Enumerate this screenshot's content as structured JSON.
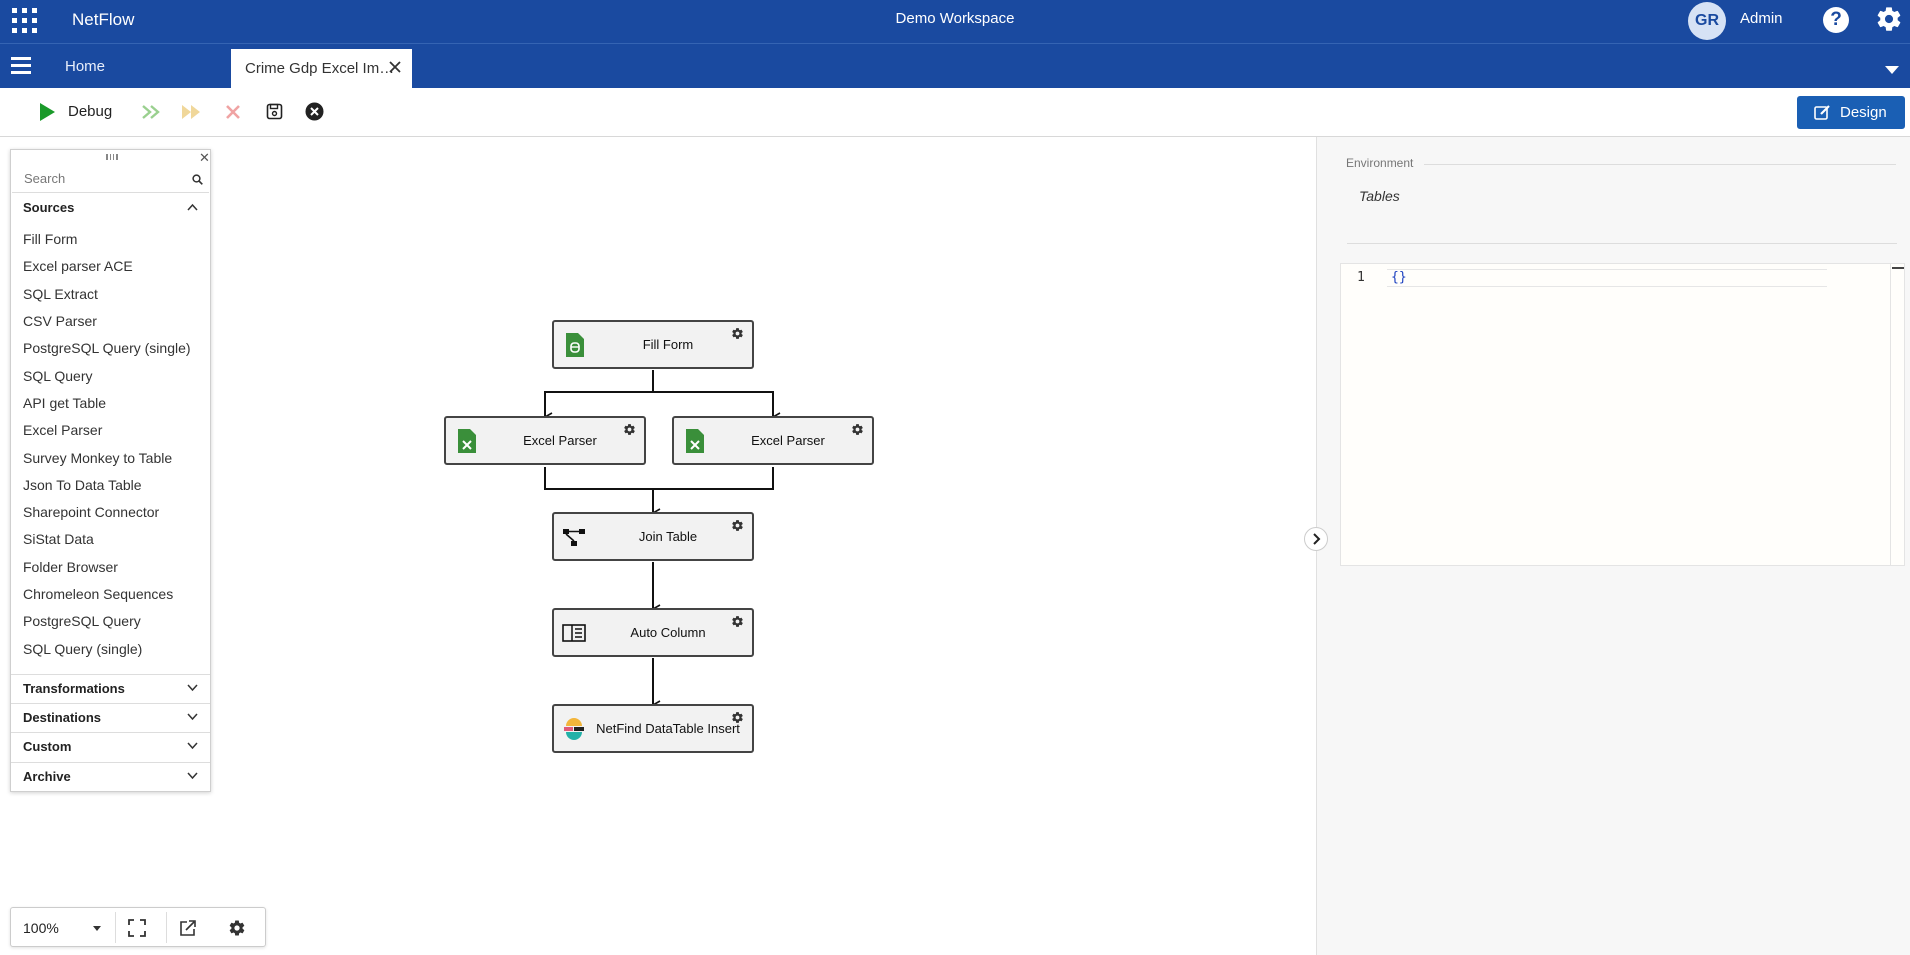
{
  "topbar": {
    "brand": "NetFlow",
    "workspace": "Demo Workspace",
    "avatar_initials": "GR",
    "user": "Admin",
    "help_glyph": "?"
  },
  "tabs": {
    "home": "Home",
    "active": "Crime Gdp Excel Im…"
  },
  "toolbar": {
    "debug_label": "Debug",
    "design_label": "Design"
  },
  "palette": {
    "search_placeholder": "Search",
    "sections": {
      "sources": "Sources",
      "transformations": "Transformations",
      "destinations": "Destinations",
      "custom": "Custom",
      "archive": "Archive"
    },
    "source_items": [
      "Fill Form",
      "Excel parser ACE",
      "SQL Extract",
      "CSV Parser",
      "PostgreSQL Query (single)",
      "SQL Query",
      "API get Table",
      "Excel Parser",
      "Survey Monkey to Table",
      "Json To Data Table",
      "Sharepoint Connector",
      "SiStat Data",
      "Folder Browser",
      "Chromeleon Sequences",
      "PostgreSQL Query",
      "SQL Query (single)"
    ]
  },
  "nodes": {
    "fill_form": "Fill Form",
    "excel_parser_1": "Excel Parser",
    "excel_parser_2": "Excel Parser",
    "join_table": "Join Table",
    "auto_column": "Auto Column",
    "netfind_insert": "NetFind DataTable Insert"
  },
  "right_panel": {
    "environment_label": "Environment",
    "tables_label": "Tables",
    "editor_line_number": "1",
    "editor_content": "{}"
  },
  "zoom": {
    "value": "100%"
  },
  "colors": {
    "header_bg": "#1a4aa0",
    "design_button": "#1a5fb4",
    "debug_green": "#1a9a2a",
    "excel_green": "#3a8f3a"
  },
  "icons": {
    "apps": "apps-grid-icon",
    "settings": "gear-icon",
    "help": "help-icon",
    "menu": "hamburger-icon",
    "play": "play-icon",
    "step": "step-forward-icon",
    "run_all": "fast-forward-icon",
    "stop": "stop-icon",
    "save": "save-icon",
    "cancel": "cancel-icon",
    "edit": "edit-icon",
    "fullscreen": "fullscreen-icon",
    "export": "export-icon",
    "search": "search-icon"
  }
}
